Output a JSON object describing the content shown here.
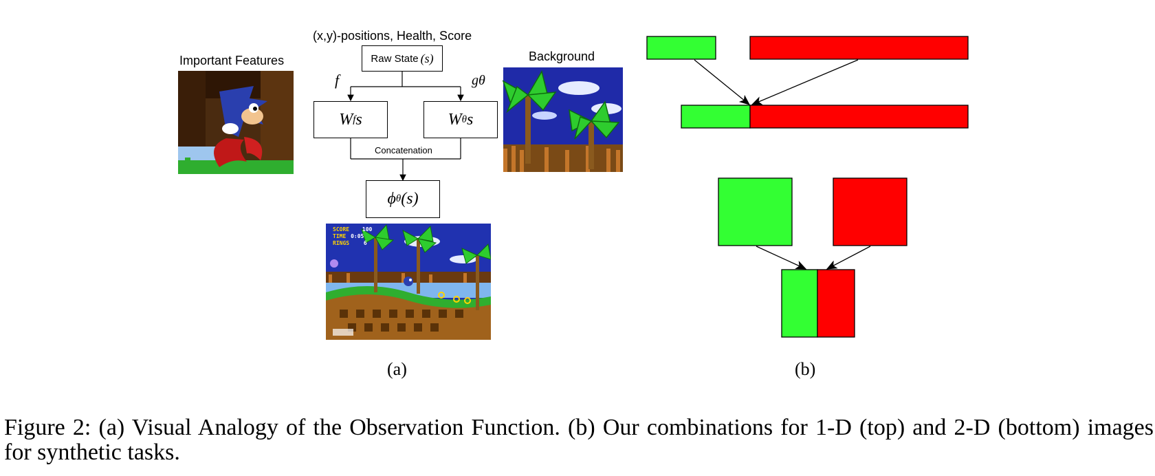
{
  "panel_a": {
    "top_label": "(x,y)-positions, Health, Score",
    "raw_state_box": {
      "text": "Raw State ",
      "var": "(s)"
    },
    "important_features_label": "Important Features",
    "background_label": "Background",
    "branch_left_label": "f",
    "branch_right_label": "gθ",
    "wf_box": {
      "base": "W",
      "sub": "f",
      "var": "s"
    },
    "wtheta_box": {
      "base": "W",
      "sub": "θ",
      "var": "s"
    },
    "concat_label": "Concatenation",
    "phi_box": {
      "base": "ϕ",
      "sub": "θ",
      "var": "(s)"
    },
    "game_hud": {
      "score_label": "SCORE",
      "score_value": "100",
      "time_label": "TIME",
      "time_value": "0:05",
      "rings_label": "RINGS",
      "rings_value": "6"
    },
    "sublabel": "(a)"
  },
  "panel_b": {
    "sublabel": "(b)",
    "colors": {
      "green": "#33ff33",
      "red": "#ff0000",
      "arrow": "#000000"
    }
  },
  "caption": "Figure 2: (a) Visual Analogy of the Observation Function. (b) Our combinations for 1-D (top) and 2-D (bottom) images for synthetic tasks."
}
